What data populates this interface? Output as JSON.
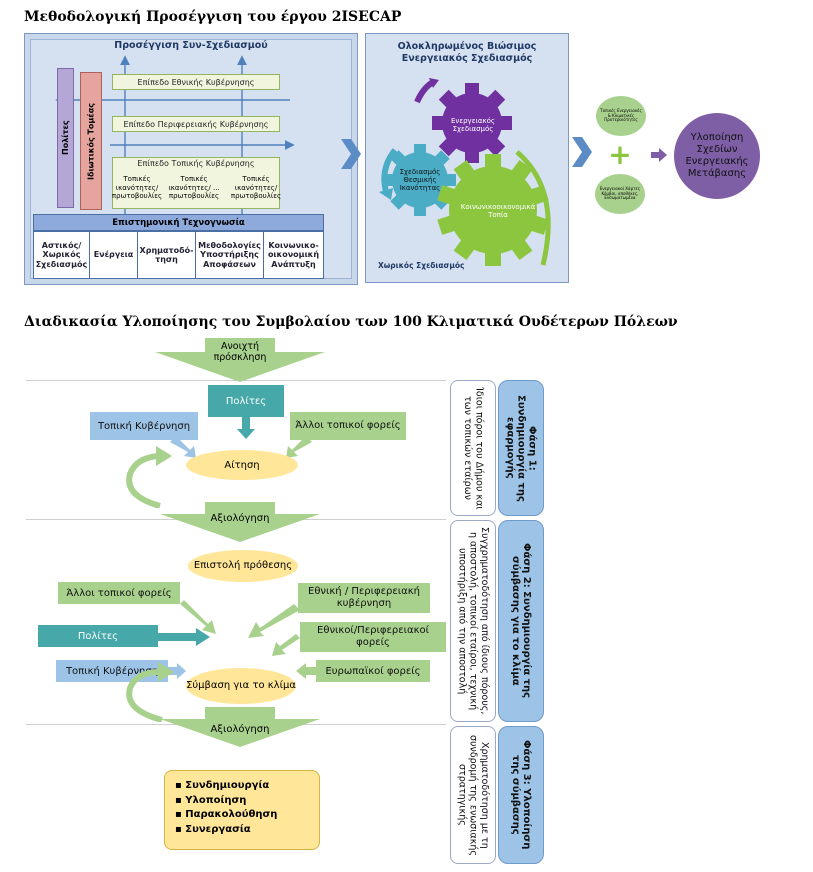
{
  "top": {
    "title": "Μεθοδολογική Προσέγγιση του έργου 2ISECAP",
    "codesign": {
      "heading": "Προσέγγιση Συν-Σχεδιασμού",
      "actors": [
        "Πολίτες",
        "Ιδιωτικός Τομέας"
      ],
      "levels": [
        "Επίπεδο Εθνικής Κυβέρνησης",
        "Επίπεδο Περιφερειακής Κυβέρνησης",
        "Επίπεδο Τοπικής Κυβέρνησης"
      ],
      "local_initiatives": [
        "Τοπικές ικανότητες/ πρωτοβουλίες",
        "Τοπικές ικανότητες/ ... πρωτοβουλίες",
        "Τοπικές ικανότητες/ πρωτοβουλίες"
      ],
      "science_tech": "Επιστημονική Τεχνογνωσία",
      "bottom_cells": [
        "Αστικός/ Χωρικός Σχεδιασμός",
        "Ενέργεια",
        "Χρηματοδό-τηση",
        "Μεθοδολογίες Υποστήριξης Αποφάσεων",
        "Κοινωνικο-οικονομική Ανάπτυξη"
      ]
    },
    "integrated": {
      "heading": "Ολοκληρωμένος Βιώσιμος Ενεργειακός Σχεδιασμός",
      "gears": [
        "Ενεργειακός Σχεδιασμός",
        "Σχεδιασμός Θεσμικής Ικανότητας",
        "Κοινωνικοοικονομικά Τοπία"
      ],
      "spatial": "Χωρικός Σχεδιασμός"
    },
    "small_circles": [
      "Τοπικές Ενεργειακές & Κλιματικές Προτεραιότητες",
      "Ενεργειακοί Χάρτες Κόμβοι, αποθήκες, Ενσωματωμένα"
    ],
    "plus": "+",
    "outcome": "Υλοποίηση Σχεδίων Ενεργειακής Μετάβασης",
    "colors": {
      "panel_border": "#7d97c3",
      "gear_purple": "#7030a0",
      "gear_teal": "#4bacc6",
      "gear_green": "#8cc63f",
      "outcome": "#7e5ea5",
      "chevron": "#5b8cc6"
    }
  },
  "bottom": {
    "title": "Διαδικασία Υλοποίησης του Συμβολαίου των 100 Κλιματικά Ουδέτερων Πόλεων",
    "open_call": "Ανοιχτή πρόσκληση",
    "citizens": "Πολίτες",
    "local_gov": "Τοπική Κυβέρνηση",
    "other_local": "Άλλοι τοπικοί φορείς",
    "application": "Αίτηση",
    "evaluation": "Αξιολόγηση",
    "proposal": "Επιστολή πρόθεσης",
    "other_local_2": "Άλλοι τοπικοί φορείς",
    "citizens_2": "Πολίτες",
    "local_gov_2": "Τοπική Κυβέρνηση",
    "national_regional": "Εθνική / Περιφερειακή κυβέρνηση",
    "national_regional_bodies": "Εθνικοί/Περιφερειακοί φορείς",
    "european": "Ευρωπαϊκοί φορείς",
    "contract": "Σύμβαση για το κλίμα",
    "evaluation_2": "Αξιολόγηση",
    "final_items": [
      "Συνδημιουργία",
      "Υλοποίηση",
      "Παρακολούθηση",
      "Συνεργασία"
    ],
    "phases": [
      "Φάση 1: Συνδημιουργία της εφαρμογής",
      "Φάση 2: Συνδημιουργία της σύμβασης για το κλίμα",
      "Φάση 3: Υλοποίηση της σύμβασης"
    ],
    "resources": [
      "Ίδιοι πόροι του Δήμου και των τοπικών εταίρων",
      "Συγχρηματοδότηση από ίδιους πόρους, η αποστολή, τοπικοί εταίροι, τεχνική υποστήριξη από την αποστολή",
      "Χρηματοδότηση με τη συνδρομή της ενωσιακής στρατηγικής"
    ]
  }
}
